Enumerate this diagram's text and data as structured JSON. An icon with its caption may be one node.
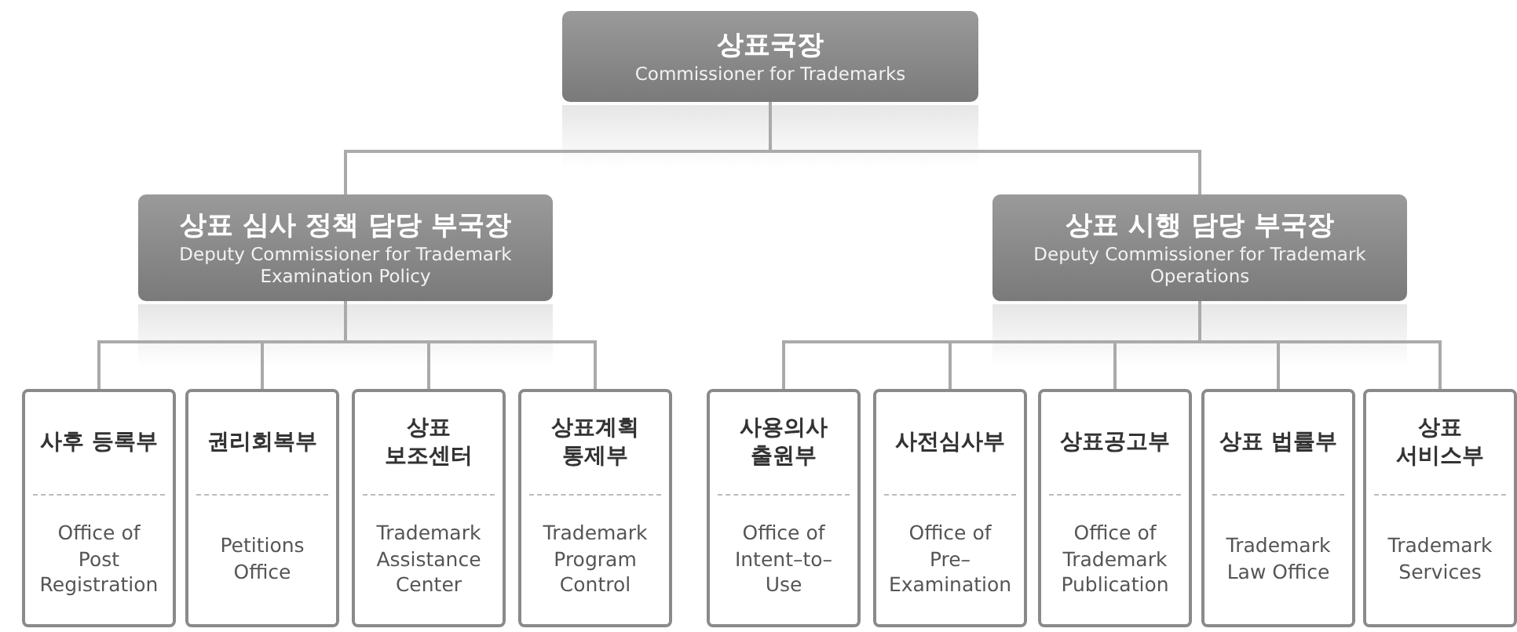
{
  "diagram": {
    "nodes": [
      {
        "text": [
          "상표국장",
          "Commissioner for Trademarks"
        ]
      },
      {
        "text": [
          "상표 심사 정책 담당 부국장",
          "Deputy Commissioner for Trademark Examination Policy"
        ]
      },
      {
        "text": [
          "상표 시행 담당 부국장",
          "Deputy Commissioner for Trademark Operations"
        ]
      },
      {
        "text": [
          "사후 등록부",
          "Office of Post Registration"
        ]
      },
      {
        "text": [
          "권리회복부",
          "Petitions Office"
        ]
      },
      {
        "text": [
          "상표 보조센터",
          "Trademark Assistance Center"
        ]
      },
      {
        "text": [
          "상표계획 통제부",
          "Trademark Program Control"
        ]
      },
      {
        "text": [
          "사용의사 출원부",
          "Office of Intent–to–Use"
        ]
      },
      {
        "text": [
          "사전심사부",
          "Office of Pre–Examination"
        ]
      },
      {
        "text": [
          "상표공고부",
          "Office of Trademark Publication"
        ]
      },
      {
        "text": [
          "상표 법률부",
          "Trademark Law Office"
        ]
      },
      {
        "text": [
          "상표 서비스부",
          "Trademark Services"
        ]
      }
    ],
    "edges": [
      {
        "from": 0,
        "to": 1,
        "arrow": "none"
      },
      {
        "from": 0,
        "to": 2,
        "arrow": "none"
      },
      {
        "from": 1,
        "to": 3,
        "arrow": "none"
      },
      {
        "from": 1,
        "to": 4,
        "arrow": "none"
      },
      {
        "from": 1,
        "to": 5,
        "arrow": "none"
      },
      {
        "from": 1,
        "to": 6,
        "arrow": "none"
      },
      {
        "from": 2,
        "to": 7,
        "arrow": "none"
      },
      {
        "from": 2,
        "to": 8,
        "arrow": "none"
      },
      {
        "from": 2,
        "to": 9,
        "arrow": "none"
      },
      {
        "from": 2,
        "to": 10,
        "arrow": "none"
      },
      {
        "from": 2,
        "to": 11,
        "arrow": "none"
      }
    ]
  }
}
